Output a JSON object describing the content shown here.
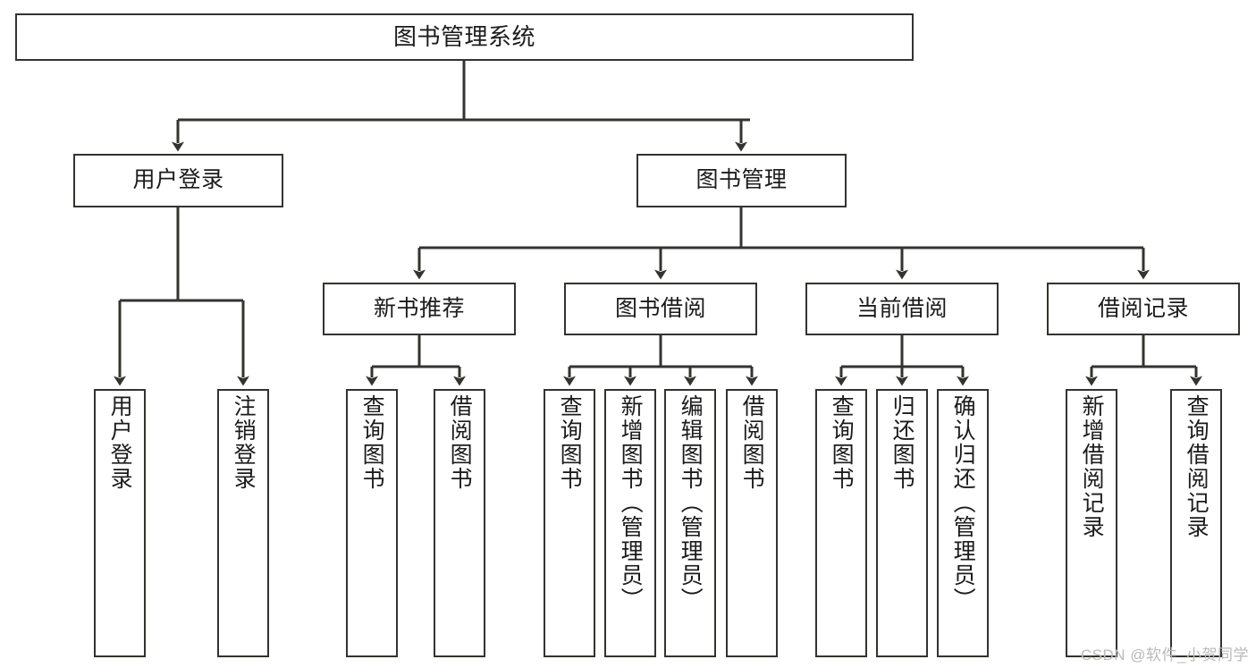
{
  "diagram": {
    "title": "图书管理系统",
    "type": "tree",
    "orientation": "top-down",
    "colors": {
      "box_border": "#33332f",
      "box_fill": "#ffffff",
      "connector": "#33332f",
      "text": "#1b1b1b",
      "watermark": "#b9b9b9",
      "background": "#ffffff"
    },
    "nodes": {
      "root": {
        "label": "图书管理系统",
        "level": 1,
        "text_orientation": "horizontal"
      },
      "user_login": {
        "label": "用户登录",
        "level": 2,
        "text_orientation": "horizontal"
      },
      "book_manage": {
        "label": "图书管理",
        "level": 2,
        "text_orientation": "horizontal"
      },
      "new_book_rec": {
        "label": "新书推荐",
        "level": 3,
        "text_orientation": "horizontal"
      },
      "book_borrow": {
        "label": "图书借阅",
        "level": 3,
        "text_orientation": "horizontal"
      },
      "current_borrow": {
        "label": "当前借阅",
        "level": 3,
        "text_orientation": "horizontal"
      },
      "borrow_record": {
        "label": "借阅记录",
        "level": 3,
        "text_orientation": "horizontal"
      },
      "leaf_user_login": {
        "label": "用户登录",
        "level": 4,
        "text_orientation": "vertical"
      },
      "leaf_logout": {
        "label": "注销登录",
        "level": 4,
        "text_orientation": "vertical"
      },
      "leaf_query_book_a": {
        "label": "查询图书",
        "level": 4,
        "text_orientation": "vertical"
      },
      "leaf_borrow_book_a": {
        "label": "借阅图书",
        "level": 4,
        "text_orientation": "vertical"
      },
      "leaf_query_book_b": {
        "label": "查询图书",
        "level": 4,
        "text_orientation": "vertical"
      },
      "leaf_add_book": {
        "label": "新增图书（管理员）",
        "level": 4,
        "text_orientation": "vertical"
      },
      "leaf_edit_book": {
        "label": "编辑图书（管理员）",
        "level": 4,
        "text_orientation": "vertical"
      },
      "leaf_borrow_book_b": {
        "label": "借阅图书",
        "level": 4,
        "text_orientation": "vertical"
      },
      "leaf_query_book_c": {
        "label": "查询图书",
        "level": 4,
        "text_orientation": "vertical"
      },
      "leaf_return_book": {
        "label": "归还图书",
        "level": 4,
        "text_orientation": "vertical"
      },
      "leaf_confirm_return": {
        "label": "确认归还（管理员）",
        "level": 4,
        "text_orientation": "vertical"
      },
      "leaf_add_record": {
        "label": "新增借阅记录",
        "level": 4,
        "text_orientation": "vertical"
      },
      "leaf_query_record": {
        "label": "查询借阅记录",
        "level": 4,
        "text_orientation": "vertical"
      }
    },
    "edges": [
      {
        "from": "root",
        "to": "user_login"
      },
      {
        "from": "root",
        "to": "book_manage"
      },
      {
        "from": "user_login",
        "to": "leaf_user_login"
      },
      {
        "from": "user_login",
        "to": "leaf_logout"
      },
      {
        "from": "book_manage",
        "to": "new_book_rec"
      },
      {
        "from": "book_manage",
        "to": "book_borrow"
      },
      {
        "from": "book_manage",
        "to": "current_borrow"
      },
      {
        "from": "book_manage",
        "to": "borrow_record"
      },
      {
        "from": "new_book_rec",
        "to": "leaf_query_book_a"
      },
      {
        "from": "new_book_rec",
        "to": "leaf_borrow_book_a"
      },
      {
        "from": "book_borrow",
        "to": "leaf_query_book_b"
      },
      {
        "from": "book_borrow",
        "to": "leaf_add_book"
      },
      {
        "from": "book_borrow",
        "to": "leaf_edit_book"
      },
      {
        "from": "book_borrow",
        "to": "leaf_borrow_book_b"
      },
      {
        "from": "current_borrow",
        "to": "leaf_query_book_c"
      },
      {
        "from": "current_borrow",
        "to": "leaf_return_book"
      },
      {
        "from": "current_borrow",
        "to": "leaf_confirm_return"
      },
      {
        "from": "borrow_record",
        "to": "leaf_add_record"
      },
      {
        "from": "borrow_record",
        "to": "leaf_query_record"
      }
    ]
  },
  "watermark": {
    "text": "CSDN @软件_小贺同学"
  }
}
